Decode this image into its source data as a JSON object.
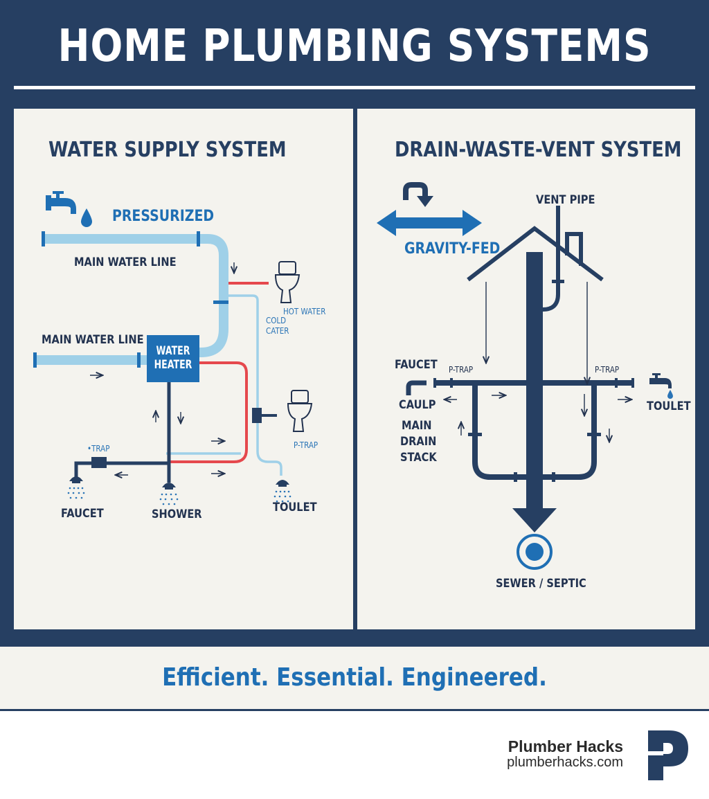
{
  "page": {
    "title": "HOME PLUMBING SYSTEMS",
    "tagline": "Efficient. Essential. Engineered."
  },
  "colors": {
    "navy": "#263f62",
    "blue": "#1f6fb4",
    "light_blue": "#9fd0e8",
    "hot_red": "#e5484d",
    "panel_bg": "#f4f3ee"
  },
  "water_supply": {
    "heading": "WATER SUPPLY SYSTEM",
    "pressurized": "PRESSURIZED",
    "main_line_top": "MAIN WATER LINE",
    "main_line_left": "MAIN WATER LINE",
    "heater_line1": "WATER",
    "heater_line2": "HEATER",
    "hot_water": "HOT WATER",
    "cold_line1": "COLD",
    "cold_line2": "CATER",
    "p_trap_left": "•TRAP",
    "p_trap_right": "P-TRAP",
    "faucet": "FAUCET",
    "shower": "SHOWER",
    "toilet": "TOULET",
    "icons": [
      "faucet-icon",
      "water-drop-icon",
      "toilet-icon",
      "shower-head-icon"
    ]
  },
  "dwv": {
    "heading": "DRAIN-WASTE-VENT SYSTEM",
    "gravity_fed": "GRAVITY-FED",
    "vent_pipe": "VENT PIPE",
    "faucet": "FAUCET",
    "caulp": "CAULP",
    "main_drain_1": "MAIN",
    "main_drain_2": "DRAIN",
    "main_drain_3": "STACK",
    "p_trap_left": "P-TRAP",
    "p_trap_right": "P-TRAP",
    "toilet": "TOULET",
    "sewer": "SEWER / SEPTIC",
    "icons": [
      "u-turn-arrow-icon",
      "double-arrow-icon",
      "house-icon",
      "faucet-icon",
      "sewer-outlet-icon"
    ]
  },
  "brand": {
    "name": "Plumber Hacks",
    "url": "plumberhacks.com",
    "logo_icon": "plumber-hacks-logo-icon"
  }
}
